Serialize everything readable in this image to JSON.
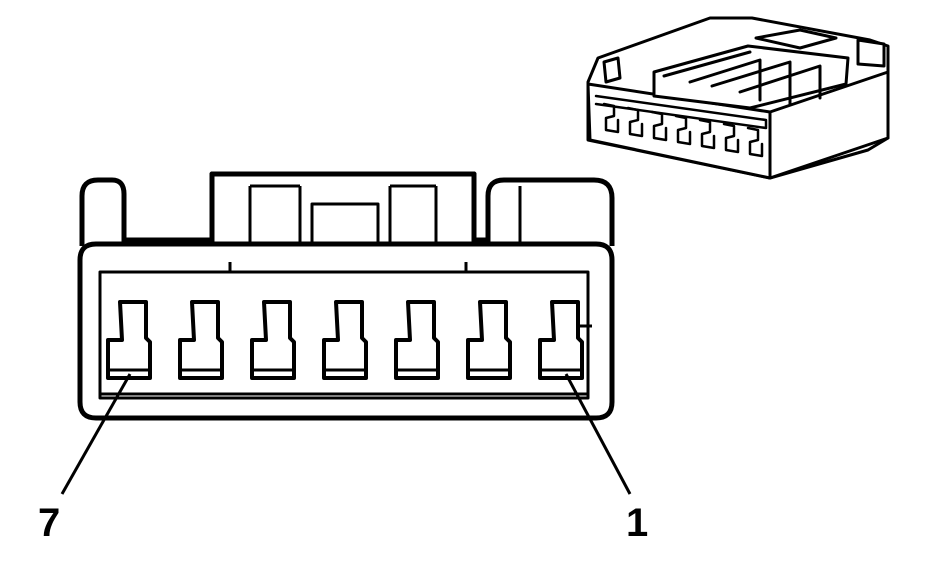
{
  "connector": {
    "cavity_count": 7
  },
  "labels": {
    "left_pin": "7",
    "right_pin": "1"
  },
  "colors": {
    "stroke": "#000000",
    "background": "#ffffff"
  }
}
